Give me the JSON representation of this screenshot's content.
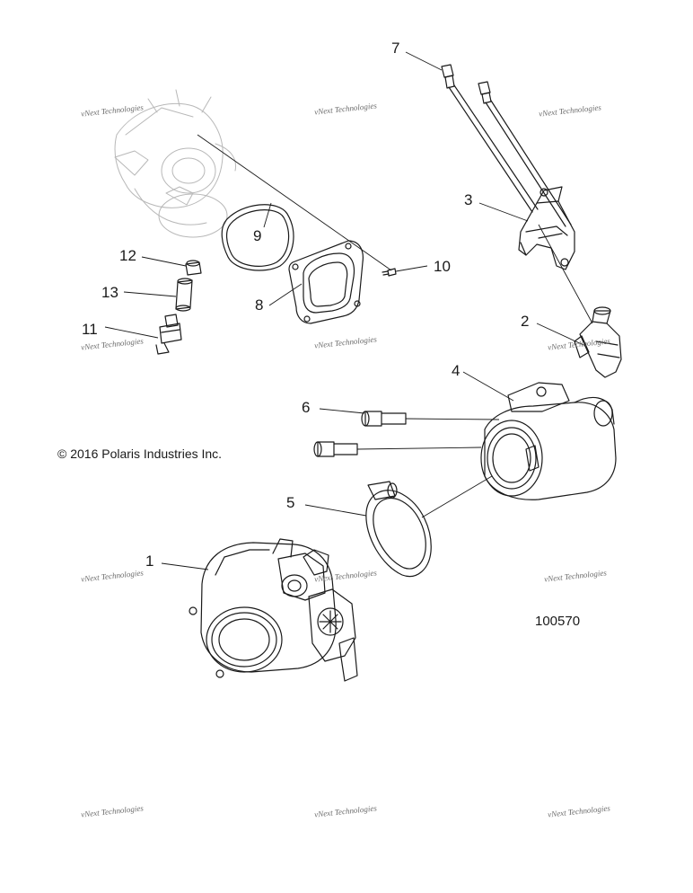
{
  "callouts": {
    "c1": "1",
    "c2": "2",
    "c3": "3",
    "c4": "4",
    "c5": "5",
    "c6": "6",
    "c7": "7",
    "c8": "8",
    "c9": "9",
    "c10": "10",
    "c11": "11",
    "c12": "12",
    "c13": "13"
  },
  "copyright": "© 2016 Polaris Industries Inc.",
  "diagram_id": "100570",
  "watermark": "vNext Technologies",
  "colors": {
    "line": "#1a1a1a",
    "ghost": "#b8b8b8",
    "watermark": "#6a6a6a"
  }
}
